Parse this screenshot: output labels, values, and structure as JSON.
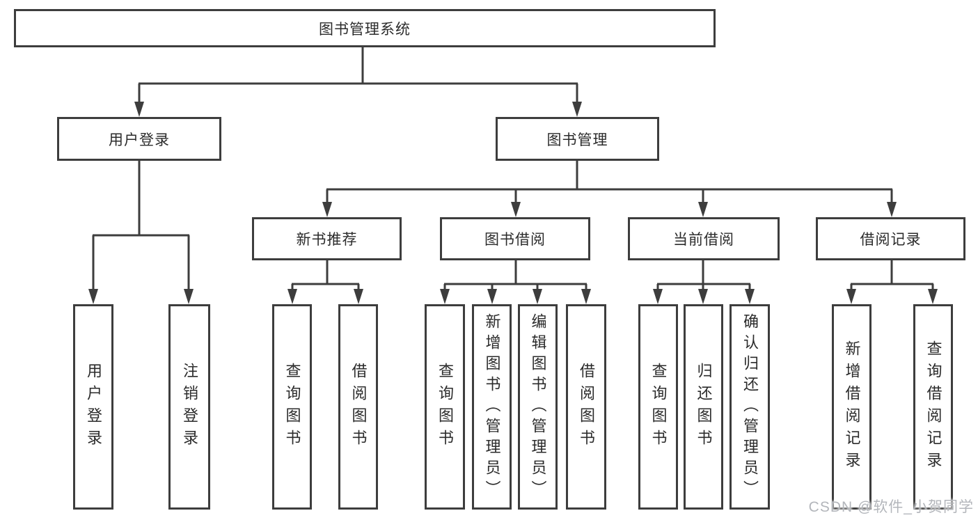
{
  "diagram": {
    "title": "图书管理系统",
    "branches": [
      {
        "label": "用户登录",
        "children": [
          {
            "label": "用户登录"
          },
          {
            "label": "注销登录"
          }
        ]
      },
      {
        "label": "图书管理",
        "children": [
          {
            "label": "新书推荐",
            "children": [
              {
                "label": "查询图书"
              },
              {
                "label": "借阅图书"
              }
            ]
          },
          {
            "label": "图书借阅",
            "children": [
              {
                "label": "查询图书"
              },
              {
                "label": "新增图书（管理员）"
              },
              {
                "label": "编辑图书（管理员）"
              },
              {
                "label": "借阅图书"
              }
            ]
          },
          {
            "label": "当前借阅",
            "children": [
              {
                "label": "查询图书"
              },
              {
                "label": "归还图书"
              },
              {
                "label": "确认归还（管理员）"
              }
            ]
          },
          {
            "label": "借阅记录",
            "children": [
              {
                "label": "新增借阅记录"
              },
              {
                "label": "查询借阅记录"
              }
            ]
          }
        ]
      }
    ]
  },
  "watermark": "CSDN @软件_小贺同学",
  "colors": {
    "background": "#ffffff",
    "line": "#3d3d3d",
    "text": "#2b2b2b",
    "watermark": "#b3b6bb"
  }
}
